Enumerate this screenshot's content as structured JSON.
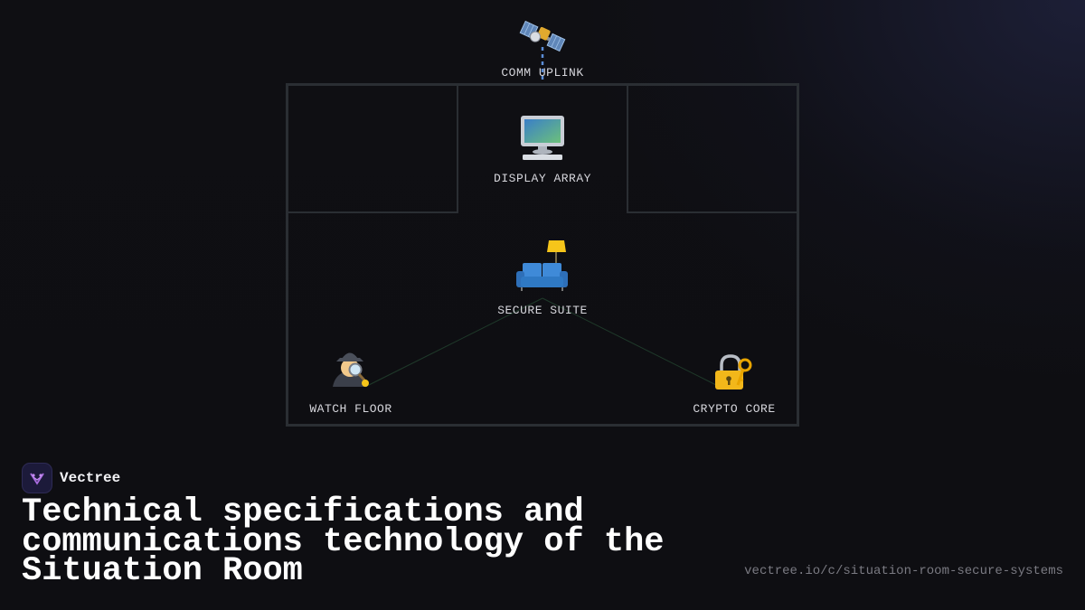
{
  "nodes": {
    "comm_uplink": {
      "label": "COMM UPLINK",
      "icon": "satellite-icon"
    },
    "display_array": {
      "label": "DISPLAY ARRAY",
      "icon": "desktop-computer-icon"
    },
    "secure_suite": {
      "label": "SECURE SUITE",
      "icon": "couch-and-lamp-icon"
    },
    "watch_floor": {
      "label": "WATCH FLOOR",
      "icon": "detective-icon"
    },
    "crypto_core": {
      "label": "CRYPTO CORE",
      "icon": "locked-with-key-icon"
    }
  },
  "brand": {
    "name": "Vectree"
  },
  "headline": "Technical specifications and communications technology of the Situation Room",
  "url": "vectree.io/c/situation-room-secure-systems",
  "colors": {
    "background": "#0f0f13",
    "wall": "#2a2e33",
    "connector": "#1f3a2a",
    "uplink_link": "#5b8dd6",
    "label_text": "#d6d6dc",
    "url_text": "#7a7a82"
  }
}
